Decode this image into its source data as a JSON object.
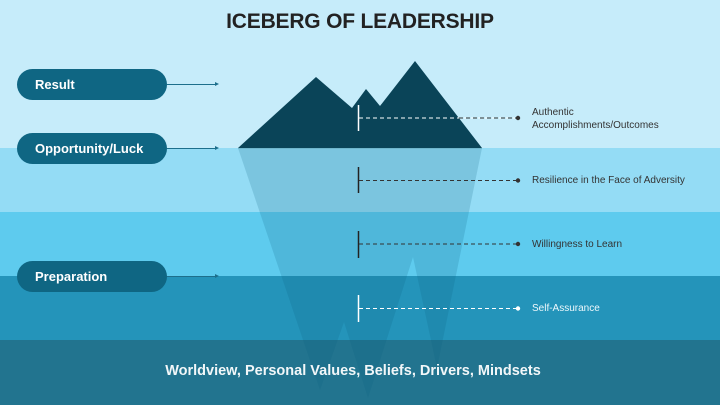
{
  "title": "ICEBERG OF LEADERSHIP",
  "colors": {
    "sky": "#c6ecfa",
    "band1": "#94dcf5",
    "band2": "#5ecbee",
    "band3": "#2494ba",
    "band4": "#22748f",
    "iceberg_top": "#0a4458",
    "pill": "#0f6683",
    "title": "#222222"
  },
  "left_labels": [
    {
      "text": "Result"
    },
    {
      "text": "Opportunity/Luck"
    },
    {
      "text": "Preparation"
    }
  ],
  "right_labels": [
    {
      "line1": "Authentic",
      "line2": "Accomplishments/Outcomes"
    },
    {
      "line1": "Resilience in the Face of Adversity"
    },
    {
      "line1": "Willingness to Learn"
    },
    {
      "line1": "Self-Assurance"
    }
  ],
  "base_text": "Worldview, Personal Values, Beliefs, Drivers, Mindsets",
  "icons": {
    "arrow": "arrow-right-icon",
    "marker": "dot-marker-icon",
    "iceberg": "iceberg-icon"
  }
}
